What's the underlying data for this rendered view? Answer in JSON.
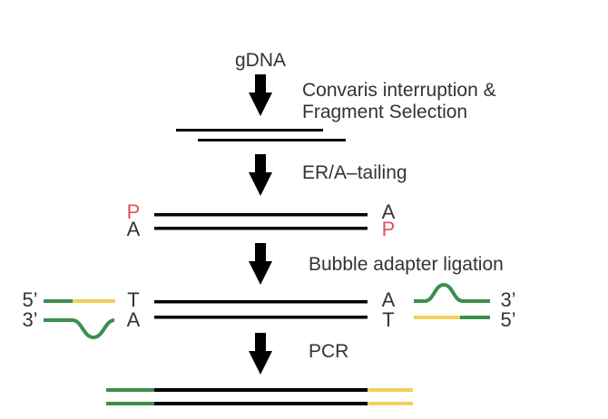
{
  "source_label": "gDNA",
  "steps": [
    {
      "label_lines": [
        "Convaris interruption &",
        "Fragment Selection"
      ]
    },
    {
      "label_lines": [
        "ER/A–tailing"
      ]
    },
    {
      "label_lines": [
        "Bubble adapter ligation"
      ]
    },
    {
      "label_lines": [
        "PCR"
      ]
    }
  ],
  "atailing": {
    "left_top": "P",
    "left_bottom": "A",
    "right_top": "A",
    "right_bottom": "P"
  },
  "ligation": {
    "left_top_end": "5’",
    "left_bottom_end": "3’",
    "left_top_base": "T",
    "left_bottom_base": "A",
    "right_top_base": "A",
    "right_bottom_base": "T",
    "right_top_end": "3’",
    "right_bottom_end": "5’"
  },
  "colors": {
    "strand": "#000000",
    "text": "#333333",
    "phosphate": "#e0505f",
    "adapter_green": "#3a8f4f",
    "adapter_yellow": "#f3cf5e"
  }
}
